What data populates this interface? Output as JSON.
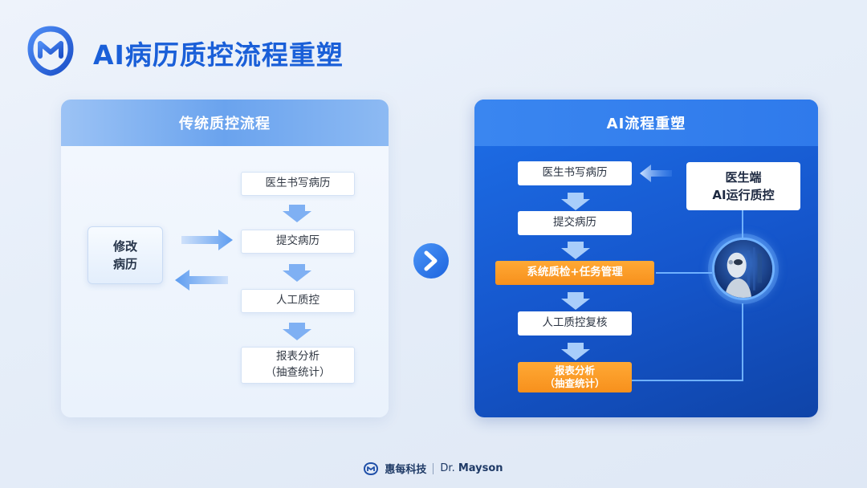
{
  "header": {
    "title": "AI病历质控流程重塑",
    "logo_icon": "m-shield-logo-icon"
  },
  "left_panel": {
    "title": "传统质控流程",
    "side_box": {
      "line1": "修改",
      "line2": "病历"
    },
    "steps": [
      {
        "line1": "医生书写病历",
        "line2": ""
      },
      {
        "line1": "提交病历",
        "line2": ""
      },
      {
        "line1": "人工质控",
        "line2": ""
      },
      {
        "line1": "报表分析",
        "line2": "（抽查统计）"
      }
    ]
  },
  "transition": {
    "icon": "chevron-right-icon"
  },
  "right_panel": {
    "title": "AI流程重塑",
    "doctor_box": {
      "line1": "医生端",
      "line2": "AI运行质控"
    },
    "steps": [
      {
        "line1": "医生书写病历",
        "line2": "",
        "style": "white"
      },
      {
        "line1": "提交病历",
        "line2": "",
        "style": "white"
      },
      {
        "line1": "系统质检+任务管理",
        "line2": "",
        "style": "orange"
      },
      {
        "line1": "人工质控复核",
        "line2": "",
        "style": "white"
      },
      {
        "line1": "报表分析",
        "line2": "（抽查统计）",
        "style": "orange"
      }
    ],
    "robot_icon": "ai-robot-icon"
  },
  "footer": {
    "brand_cn": "惠每科技",
    "brand_en_prefix": "Dr.",
    "brand_en_name": "Mayson"
  },
  "colors": {
    "primary_blue": "#1a5fd8",
    "orange": "#f7901c",
    "light_blue": "#8dbaf3"
  }
}
